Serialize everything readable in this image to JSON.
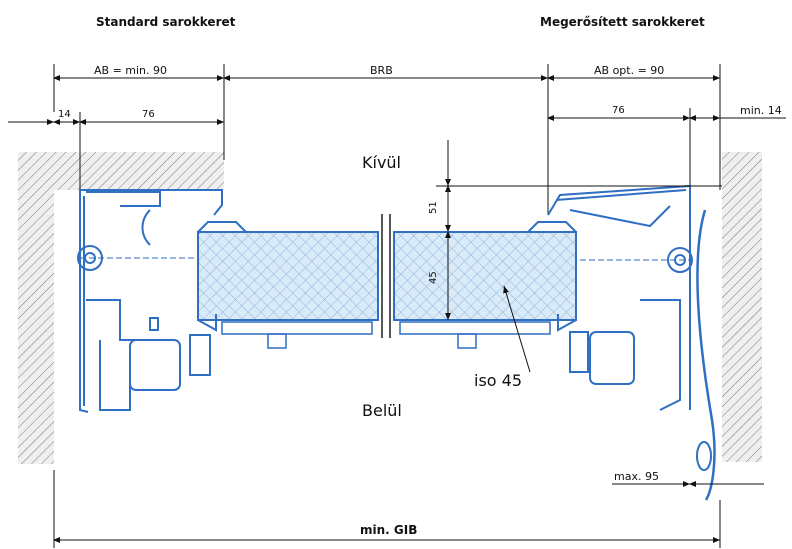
{
  "titles": {
    "left": "Standard sarokkeret",
    "right": "Megerősített sarokkeret"
  },
  "dimensions": {
    "ab_min": "AB = min. 90",
    "brb": "BRB",
    "ab_opt": "AB opt. = 90",
    "left_14": "14",
    "left_76": "76",
    "right_76": "76",
    "right_min14": "min. 14",
    "vert_51": "51",
    "vert_45": "45",
    "max95": "max. 95",
    "min_gib": "min. GIB"
  },
  "labels": {
    "outside": "Kívül",
    "inside": "Belül",
    "iso": "iso 45"
  },
  "colors": {
    "line": "#1a1a1a",
    "blue": "#2f6fc4",
    "panel_fill": "#d6e8f6",
    "hatch": "#555555"
  }
}
